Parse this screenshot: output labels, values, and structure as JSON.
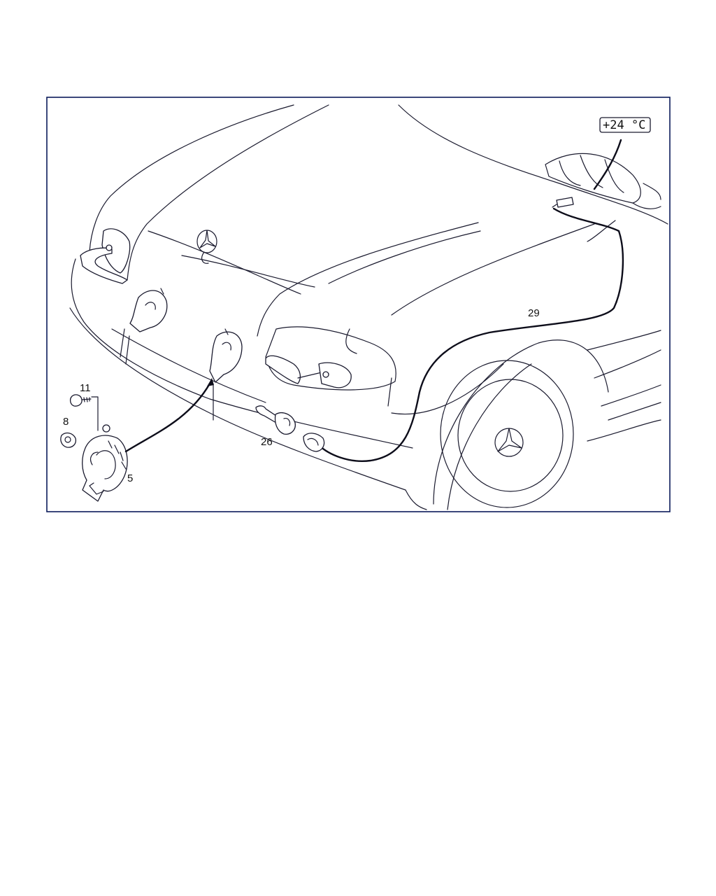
{
  "frame_border_color": "#0b1b5a",
  "line_color": "#1a1a2e",
  "temperature_display": {
    "text": "+24 °C"
  },
  "callouts": {
    "horn": "5",
    "nut": "8",
    "bolt": "11",
    "temperature_sensor": "26",
    "cable_harness": "29"
  }
}
